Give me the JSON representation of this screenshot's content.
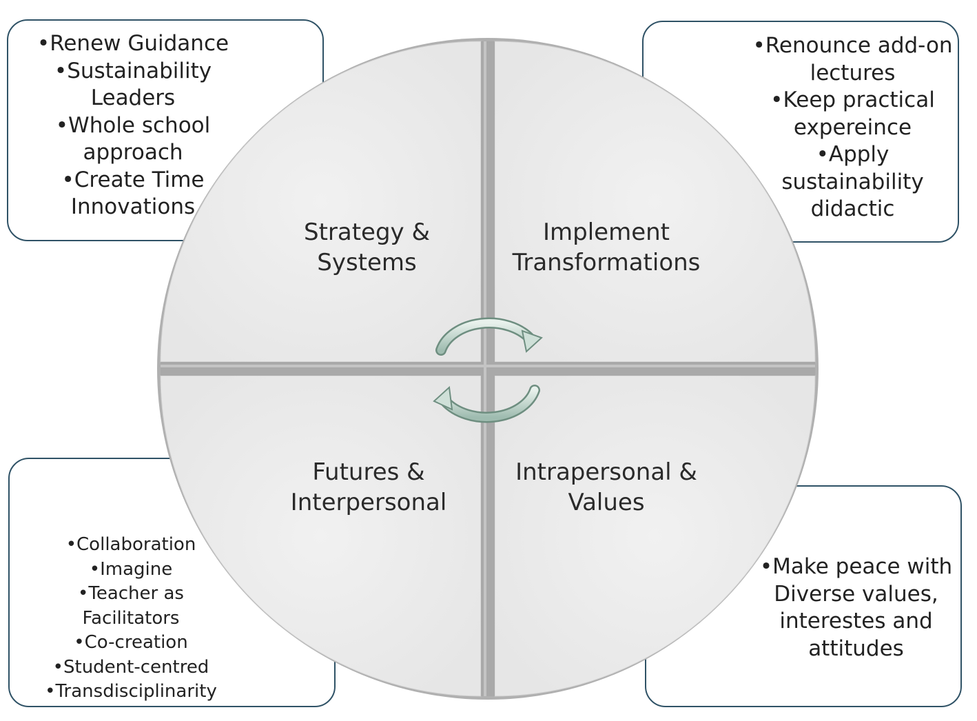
{
  "quadrants": {
    "top_left": "Strategy &\nSystems",
    "top_right": "Implement\nTransformations",
    "bottom_left": "Futures &\nInterpersonal",
    "bottom_right": "Intrapersonal &\nValues"
  },
  "callouts": {
    "top_left": [
      "Renew Guidance",
      "Sustainability Leaders",
      "Whole school approach",
      "Create Time Innovations"
    ],
    "top_right": [
      "Renounce add-on lectures",
      "Keep practical expereince",
      "Apply sustainability didactic"
    ],
    "bottom_left": [
      "Collaboration",
      "Imagine",
      "Teacher as Facilitators",
      "Co-creation",
      "Student-centred",
      "Transdisciplinarity"
    ],
    "bottom_right": [
      "Make peace with Diverse values, interestes and attitudes"
    ]
  },
  "colors": {
    "callout_border": "#2f5266",
    "quadrant_fill": "#ededed",
    "divider": "#a9a9a9",
    "arrow": "#bcd3ca"
  },
  "icons": [
    "cycle-arrow-icon"
  ]
}
